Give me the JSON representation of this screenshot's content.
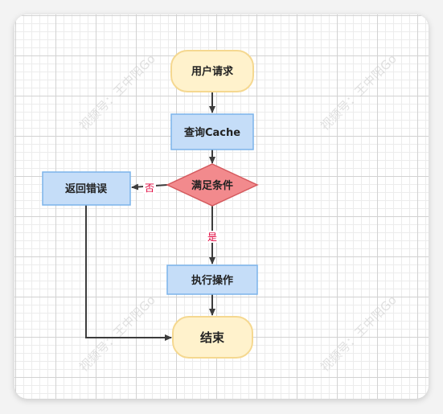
{
  "diagram": {
    "nodes": {
      "request": "用户请求",
      "cache": "查询Cache",
      "condition": "满足条件",
      "error": "返回错误",
      "execute": "执行操作",
      "end": "结束"
    },
    "edges": {
      "no_label": "否",
      "yes_label": "是"
    },
    "colors": {
      "terminal_fill": "#fff2cc",
      "terminal_stroke": "#f5d890",
      "process_fill": "#c5ddf8",
      "process_stroke": "#7cb3ea",
      "decision_fill": "#f28a8d",
      "decision_stroke": "#d45a5e",
      "edge": "#3c3c3c",
      "edge_label": "#e0003a"
    }
  },
  "watermark": {
    "text": "视频号：王中阳Go"
  }
}
